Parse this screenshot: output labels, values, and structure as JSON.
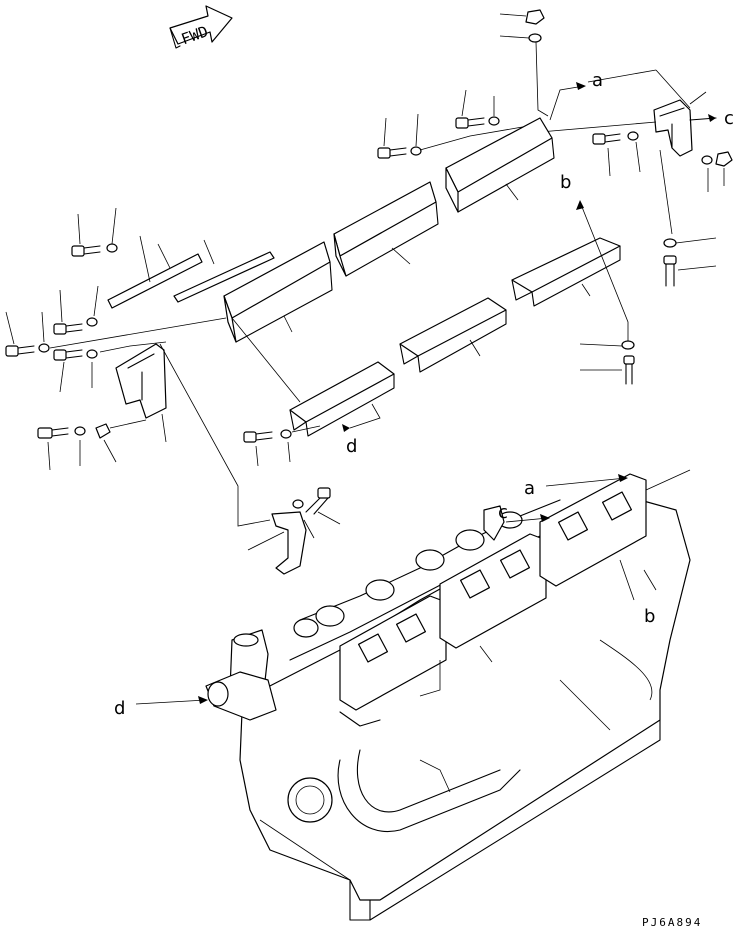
{
  "diagram": {
    "direction_label": "FWD",
    "callouts": {
      "a": "a",
      "b": "b",
      "c": "c",
      "d": "d"
    },
    "drawing_code": "PJ6A894"
  }
}
